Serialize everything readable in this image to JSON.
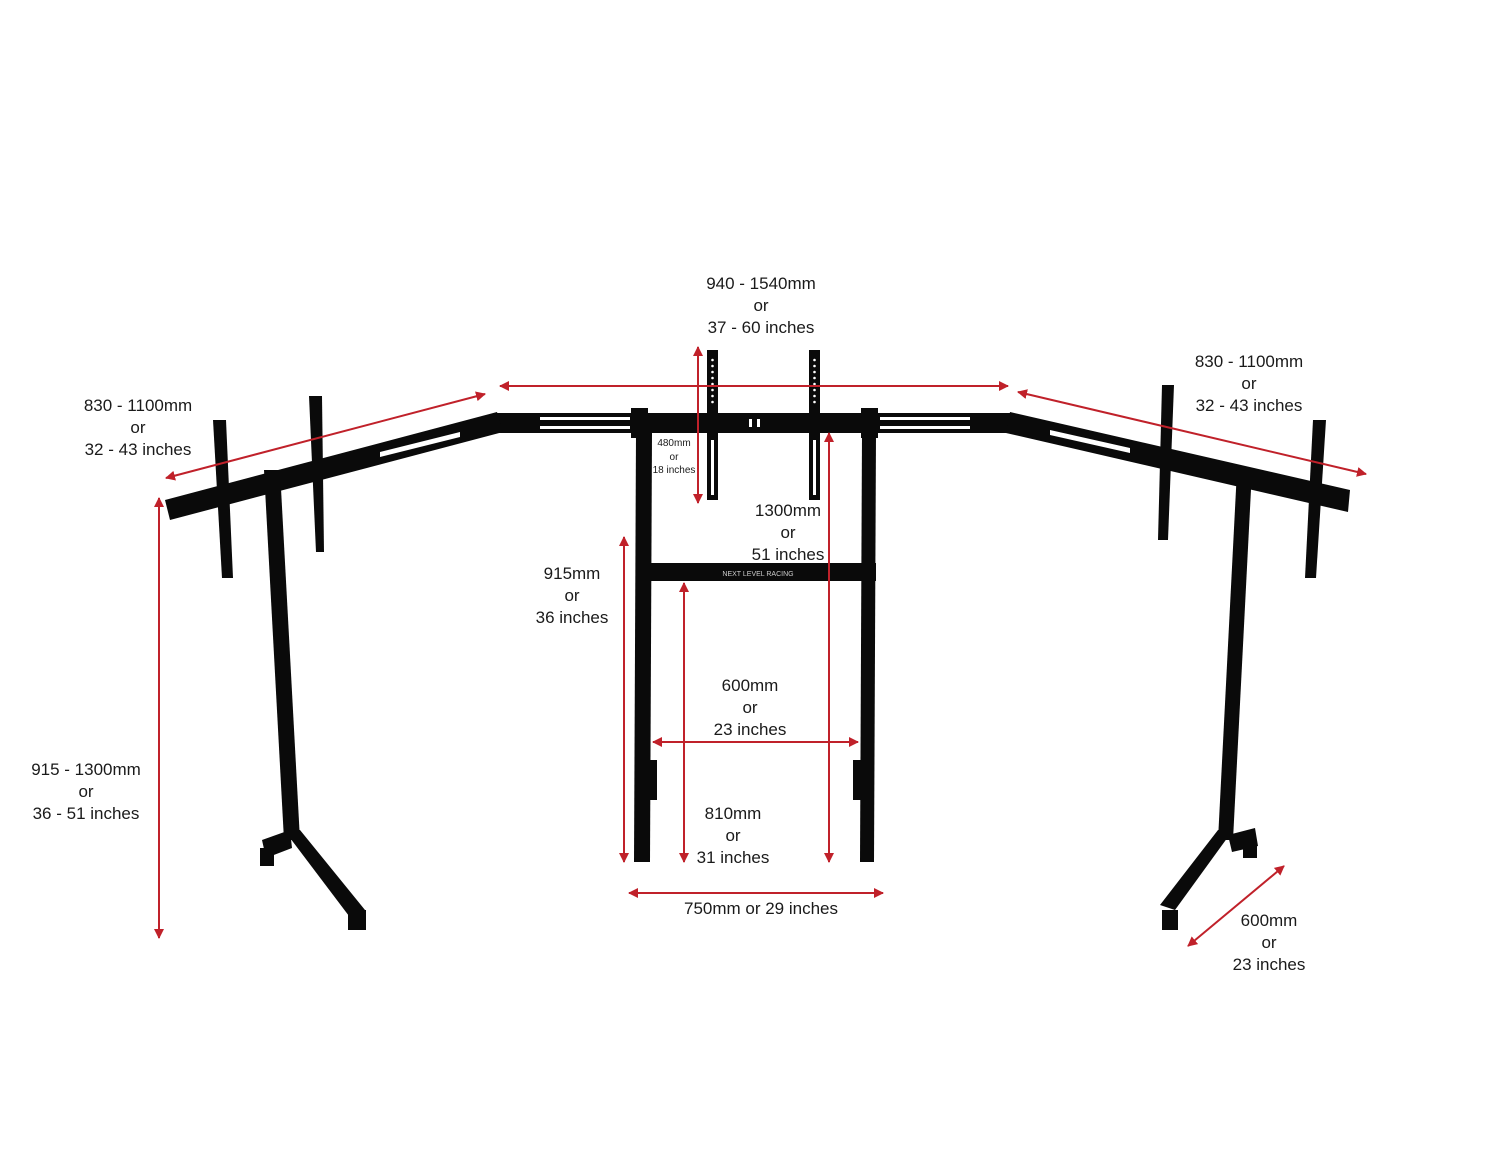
{
  "product": {
    "brand_logo_text": "NEXT LEVEL RACING"
  },
  "colors": {
    "dimension_arrow": "#c0212a",
    "frame": "#0a0a0a",
    "text": "#1a1a1a",
    "background": "#ffffff"
  },
  "dimensions": {
    "center_width": {
      "line1": "940 - 1540mm",
      "line2": "or",
      "line3": "37 - 60 inches"
    },
    "left_wing_width": {
      "line1": "830 - 1100mm",
      "line2": "or",
      "line3": "32 - 43 inches"
    },
    "right_wing_width": {
      "line1": "830 - 1100mm",
      "line2": "or",
      "line3": "32 - 43 inches"
    },
    "vesa_bracket_height": {
      "line1": "480mm",
      "line2": "or",
      "line3": "18 inches"
    },
    "max_height_center": {
      "line1": "1300mm",
      "line2": "or",
      "line3": "51 inches"
    },
    "min_height_center": {
      "line1": "915mm",
      "line2": "or",
      "line3": "36 inches"
    },
    "crossbar_height": {
      "line1": "810mm",
      "line2": "or",
      "line3": "31 inches"
    },
    "inner_width": {
      "line1": "600mm",
      "line2": "or",
      "line3": "23 inches"
    },
    "outer_base_width": {
      "line1": "750mm or 29 inches"
    },
    "side_stand_height": {
      "line1": "915 - 1300mm",
      "line2": "or",
      "line3": "36 - 51 inches"
    },
    "side_foot_depth": {
      "line1": "600mm",
      "line2": "or",
      "line3": "23 inches"
    }
  }
}
